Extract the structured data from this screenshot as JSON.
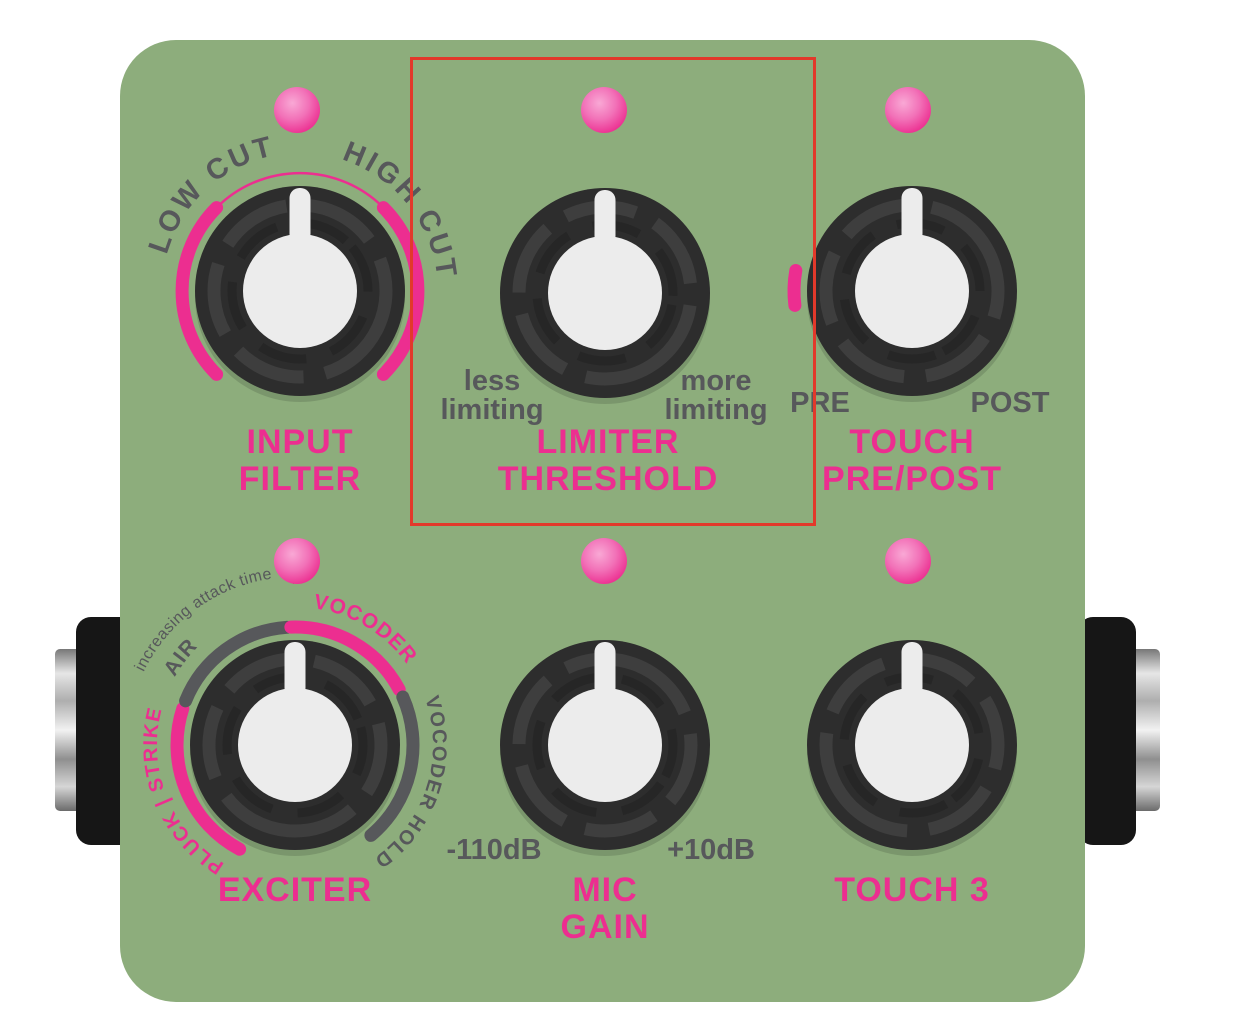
{
  "colors": {
    "panel_green": "#8DAD7C",
    "accent_pink": "#EC2E90",
    "label_gray": "#57585B",
    "knob_dark": "#2D2D2D",
    "knob_center": "#ECECEC",
    "led_pink": "#EC2E90",
    "highlight_red": "#E2392B"
  },
  "knobs": {
    "input_filter": {
      "title_line1": "INPUT",
      "title_line2": "FILTER",
      "arc_label_left": "LOW CUT",
      "arc_label_right": "HIGH CUT"
    },
    "limiter_threshold": {
      "title_line1": "LIMITER",
      "title_line2": "THRESHOLD",
      "min_label_line1": "less",
      "min_label_line2": "limiting",
      "max_label_line1": "more",
      "max_label_line2": "limiting"
    },
    "touch_pre_post": {
      "title_line1": "TOUCH",
      "title_line2": "PRE/POST",
      "min_label": "PRE",
      "max_label": "POST"
    },
    "exciter": {
      "title": "EXCITER",
      "arc_label_pluck_strike": "PLUCK | STRIKE",
      "arc_label_air": "AIR",
      "arc_label_vocoder": "VOCODER",
      "arc_label_vocoder_hold": "VOCODER HOLD",
      "annotation": "increasing attack time"
    },
    "mic_gain": {
      "title_line1": "MIC",
      "title_line2": "GAIN",
      "min_label": "-110dB",
      "max_label": "+10dB"
    },
    "touch_3": {
      "title": "TOUCH 3"
    }
  }
}
